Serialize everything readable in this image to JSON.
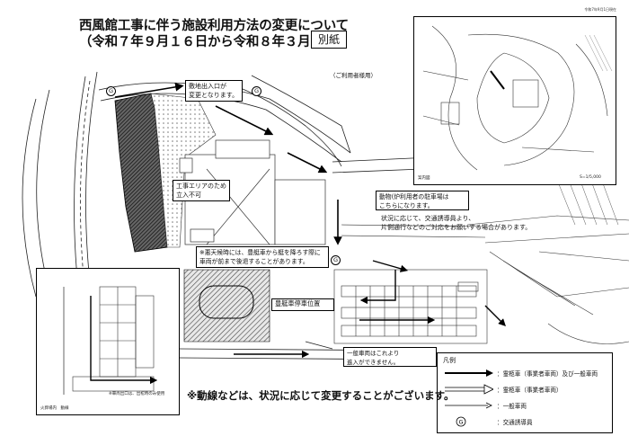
{
  "header": {
    "date": "令和7年9月1日現在",
    "title_line1": "西風館工事に伴う施設利用方法の変更について",
    "title_line2": "（令和７年９月１６日から令和８年３月頃）",
    "attachment": "別紙",
    "user_note": "（ご利用者様用）"
  },
  "callouts": {
    "entrance_change": "敷地出入口が\n変更となります。",
    "construction_area": "工事エリアのため\n立入不可",
    "rain_note": "※悪天候時には、豊艇車から艇を降ろす際に\n車両が前まで後退することがあります。",
    "parking_here": "動物(炉利用者の駐車場は\nこちらになります。",
    "guide_note": "状況に応じて、交通誘導員より、\n片側通行などのご対応をお願いする場合があります。",
    "stop_position": "豊艇車停車位置",
    "general_vehicle": "一般車両はこれより\n進入ができません。"
  },
  "map_labels": {
    "guide_symbol": "G",
    "inset_top_title": "案内図",
    "inset_top_scale": "S=1/5,000",
    "inset_bottom_title": "火葬場内　動線",
    "inset_bottom_note": "※車両出口は、出棺時のみ使用"
  },
  "legend": {
    "title": "凡例",
    "items": [
      {
        "icon": "solid-arrow",
        "label": "：霊柩車（事業者車両）及び一般車両"
      },
      {
        "icon": "double-outline-arrow",
        "label": "：霊柩車（事業者車両）"
      },
      {
        "icon": "thin-arrow",
        "label": "：一般車両"
      },
      {
        "icon": "g-circle",
        "label": "：交通誘導員"
      }
    ]
  },
  "footnote": "※動線などは、状況に応じて変更することがございます。"
}
